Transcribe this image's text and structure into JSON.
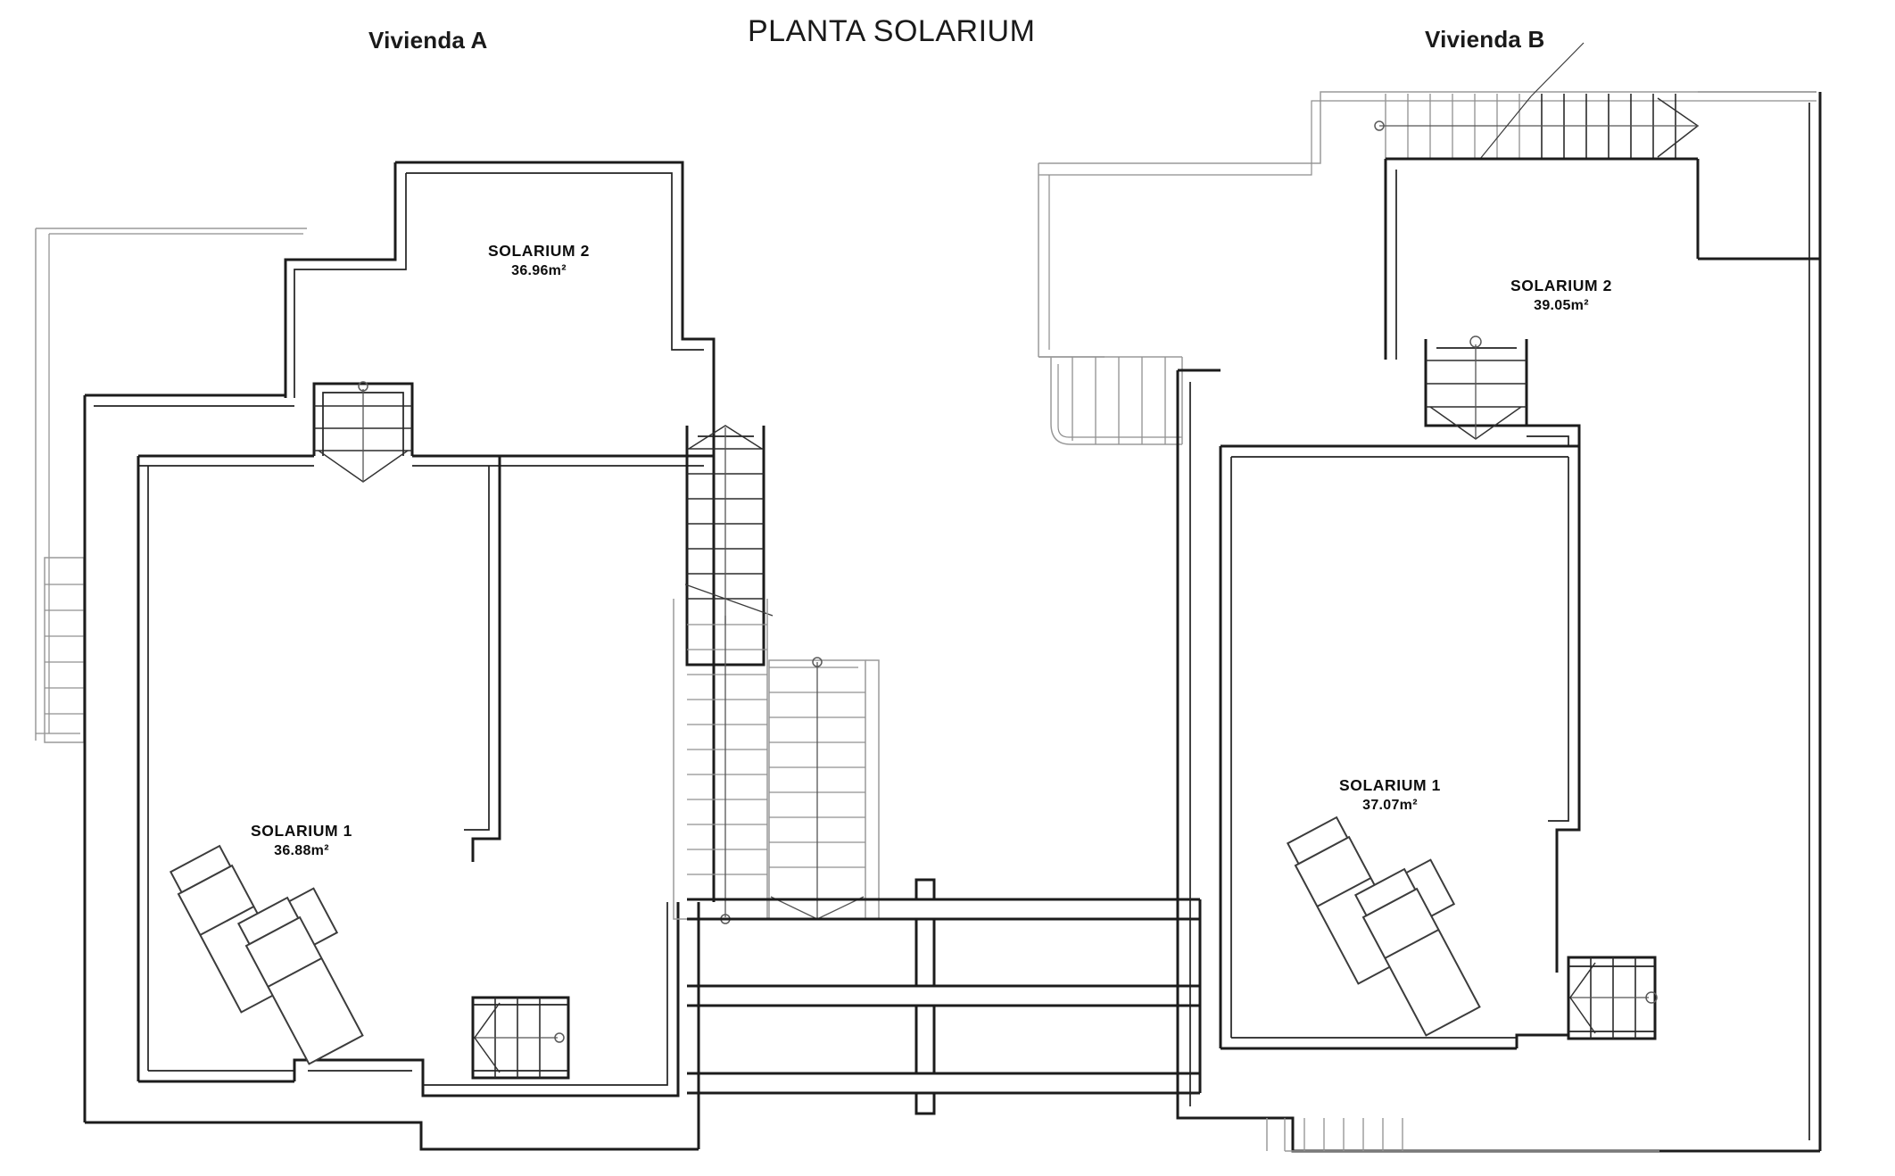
{
  "drawing": {
    "title": "PLANTA SOLARIUM",
    "units": "m²",
    "type": "architectural-floor-plan",
    "sheet_background": "#ffffff",
    "line_color": "#1c1c1c"
  },
  "units_headers": [
    {
      "id": "vivienda-a",
      "label": "Vivienda A",
      "side": "left"
    },
    {
      "id": "vivienda-b",
      "label": "Vivienda B",
      "side": "right"
    }
  ],
  "rooms": [
    {
      "id": "a-solarium-2",
      "unit": "Vivienda A",
      "name": "SOLARIUM 2",
      "area": "36.96m²",
      "area_value": 36.96
    },
    {
      "id": "a-solarium-1",
      "unit": "Vivienda A",
      "name": "SOLARIUM 1",
      "area": "36.88m²",
      "area_value": 36.88
    },
    {
      "id": "b-solarium-2",
      "unit": "Vivienda B",
      "name": "SOLARIUM 2",
      "area": "39.05m²",
      "area_value": 39.05
    },
    {
      "id": "b-solarium-1",
      "unit": "Vivienda B",
      "name": "SOLARIUM 1",
      "area": "37.07m²",
      "area_value": 37.07
    }
  ],
  "features": {
    "staircases": [
      {
        "id": "a-stair-upper",
        "unit": "Vivienda A",
        "orientation": "vertical",
        "direction_marker": "down-arrow"
      },
      {
        "id": "a-stair-central",
        "unit": "Vivienda A",
        "orientation": "vertical",
        "direction_marker": "down-arrow"
      },
      {
        "id": "a-stair-central-lower",
        "unit": "Vivienda A",
        "orientation": "vertical",
        "direction_marker": "none"
      },
      {
        "id": "a-stair-lower-right",
        "unit": "Vivienda A",
        "orientation": "horizontal",
        "direction_marker": "left-arrow"
      },
      {
        "id": "a-stair-exterior-left",
        "unit": "Vivienda A",
        "orientation": "vertical",
        "direction_marker": "none"
      },
      {
        "id": "b-stair-top",
        "unit": "Vivienda B",
        "orientation": "horizontal",
        "direction_marker": "none"
      },
      {
        "id": "b-stair-upper",
        "unit": "Vivienda B",
        "orientation": "vertical",
        "direction_marker": "down-arrow"
      },
      {
        "id": "b-stair-exterior-left",
        "unit": "Vivienda B",
        "orientation": "horizontal",
        "direction_marker": "none"
      },
      {
        "id": "b-stair-lower-right",
        "unit": "Vivienda B",
        "orientation": "horizontal",
        "direction_marker": "left-arrow"
      },
      {
        "id": "b-stair-bottom",
        "unit": "Vivienda B",
        "orientation": "horizontal",
        "direction_marker": "none"
      }
    ],
    "furniture": [
      {
        "id": "a-lounger-1",
        "unit": "Vivienda A",
        "kind": "sun-lounger"
      },
      {
        "id": "a-lounger-2",
        "unit": "Vivienda A",
        "kind": "sun-lounger"
      },
      {
        "id": "a-side-table",
        "unit": "Vivienda A",
        "kind": "side-table"
      },
      {
        "id": "b-lounger-1",
        "unit": "Vivienda B",
        "kind": "sun-lounger"
      },
      {
        "id": "b-lounger-2",
        "unit": "Vivienda B",
        "kind": "sun-lounger"
      },
      {
        "id": "b-side-table",
        "unit": "Vivienda B",
        "kind": "side-table"
      }
    ],
    "railing": {
      "id": "central-railing",
      "description": "party-wall railing band between units"
    }
  }
}
